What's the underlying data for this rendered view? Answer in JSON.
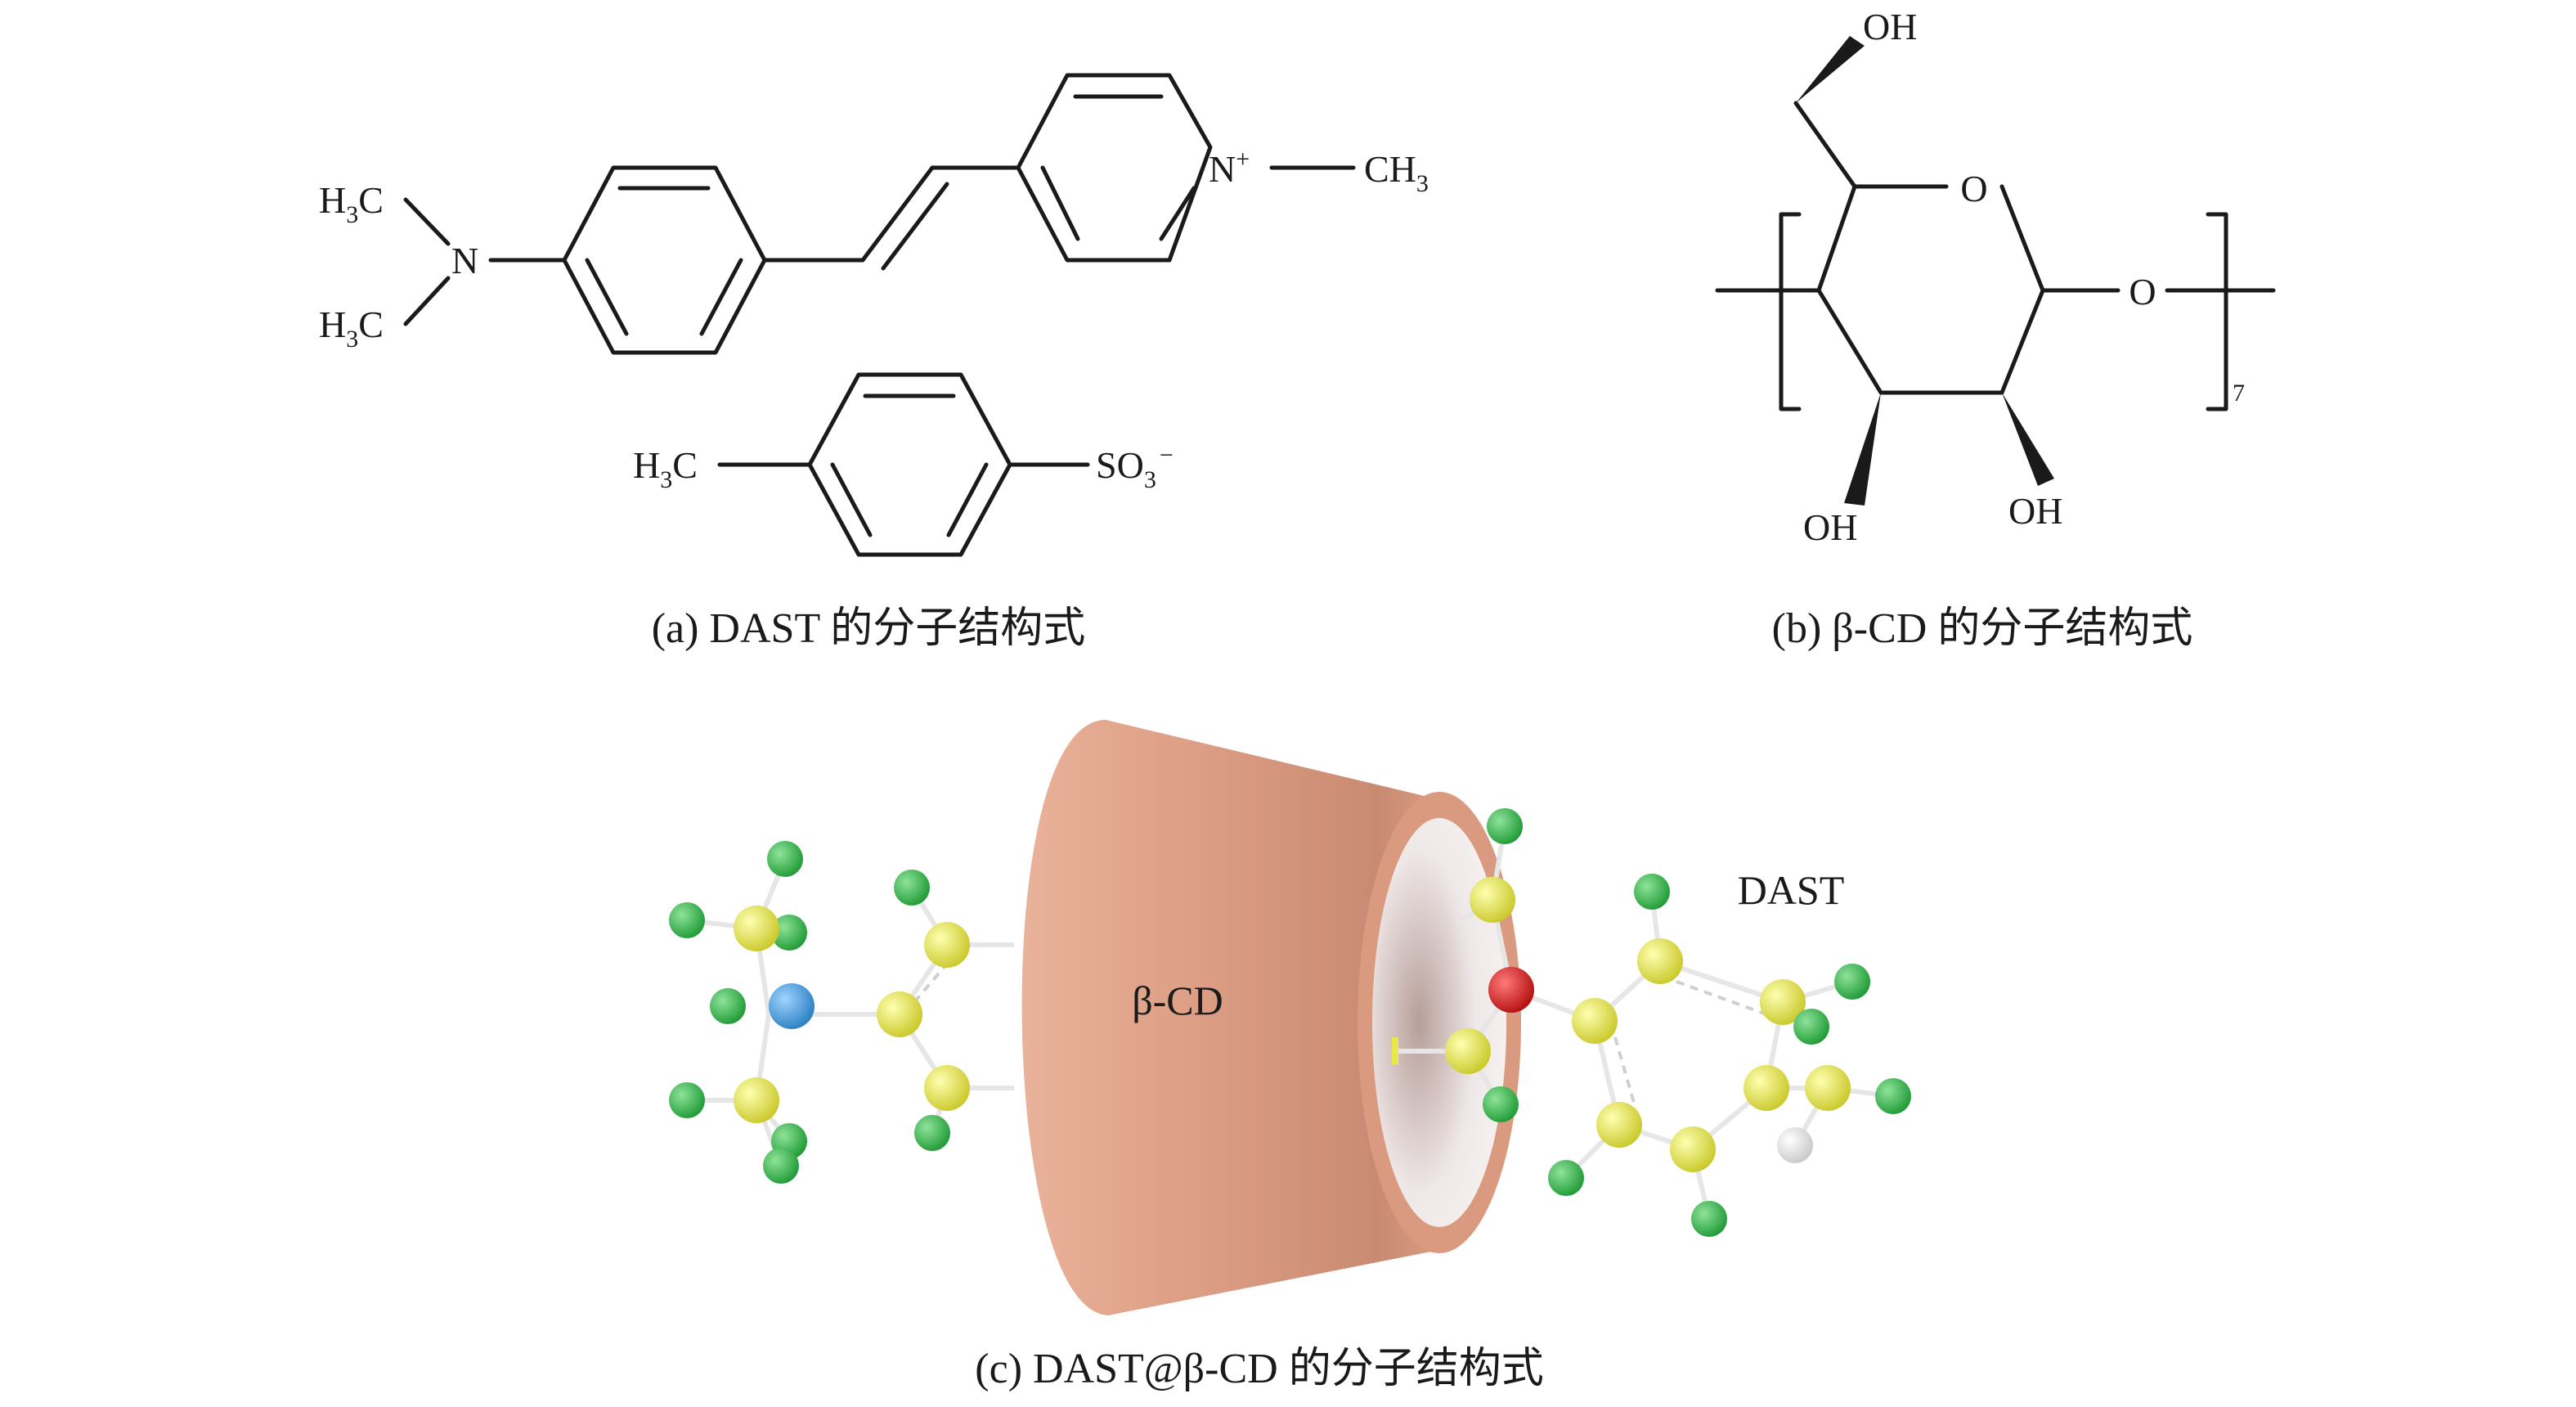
{
  "panel_a": {
    "atoms": {
      "h3c_top": "H",
      "h3c_top_sub": "3",
      "h3c_top_c": "C",
      "h3c_bottom": "H",
      "h3c_bottom_sub": "3",
      "h3c_bottom_c": "C",
      "n_amine": "N",
      "n_pyridinium": "N",
      "n_charge": "+",
      "ch3_c": "CH",
      "ch3_sub": "3",
      "tosyl_h": "H",
      "tosyl_sub": "3",
      "tosyl_c": "C",
      "so3": "SO",
      "so3_sub": "3",
      "so3_charge": "−"
    },
    "caption": "(a) DAST 的分子结构式"
  },
  "panel_b": {
    "atoms": {
      "oh_top": "OH",
      "ring_o": "O",
      "bridge_o": "O",
      "oh_left": "OH",
      "oh_right": "OH",
      "repeat_sub": "7"
    },
    "caption": "(b) β-CD 的分子结构式"
  },
  "panel_c": {
    "cd_label": "β-CD",
    "guest_label": "DAST",
    "colors": {
      "cone": "#e3a58b",
      "carbon": "#e8e84a",
      "hydrogen": "#35b54a",
      "nitrogen": "#3f9be0",
      "oxygen": "#d81e1e",
      "other": "#ffffff"
    },
    "caption": "(c) DAST@β-CD 的分子结构式"
  }
}
